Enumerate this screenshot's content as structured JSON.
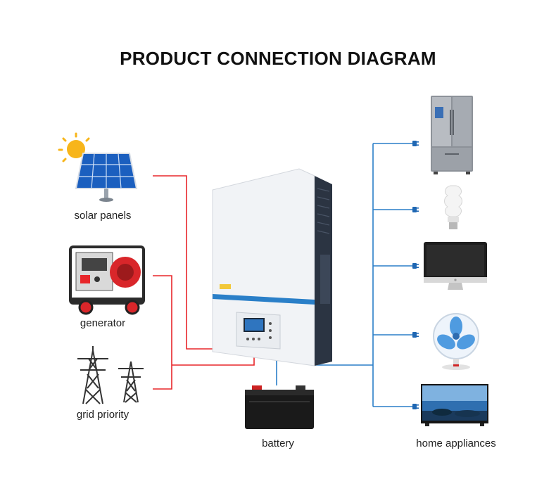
{
  "title": "PRODUCT CONNECTION DIAGRAM",
  "sources": [
    {
      "label": "solar panels",
      "icon": "solar-panel-icon"
    },
    {
      "label": "generator",
      "icon": "generator-icon"
    },
    {
      "label": "grid priority",
      "icon": "power-tower-icon"
    }
  ],
  "storage": {
    "label": "battery",
    "icon": "battery-icon"
  },
  "loads": {
    "label": "home appliances",
    "items": [
      {
        "icon": "refrigerator-icon"
      },
      {
        "icon": "light-bulb-icon"
      },
      {
        "icon": "computer-monitor-icon"
      },
      {
        "icon": "electric-fan-icon"
      },
      {
        "icon": "television-icon"
      }
    ]
  },
  "device": {
    "icon": "inverter-icon"
  },
  "colors": {
    "input_wire": "#e8262a",
    "output_wire": "#2a7fc8",
    "dc_wire": "#2a7fc8",
    "plug": "#1f67b3"
  }
}
